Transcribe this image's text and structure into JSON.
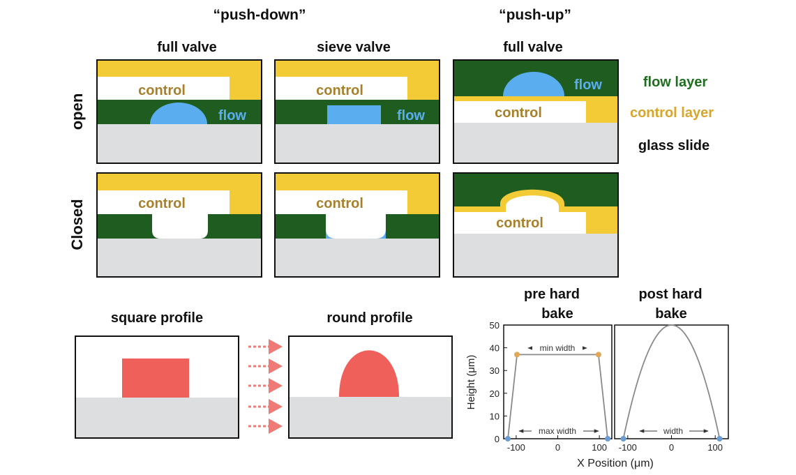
{
  "headers": {
    "push_down": "“push-down”",
    "push_up": "“push-up”",
    "full_valve_1": "full valve",
    "sieve_valve": "sieve valve",
    "full_valve_2": "full valve"
  },
  "rows": {
    "open": "open",
    "closed": "Closed"
  },
  "panels": {
    "control": "control",
    "flow": "flow"
  },
  "legend": {
    "flow_layer": "flow layer",
    "control_layer": "control layer",
    "glass_slide": "glass slide"
  },
  "profiles": {
    "square": "square profile",
    "round": "round profile"
  },
  "colors": {
    "flow_layer": "#1f5c1f",
    "control_layer": "#f2cb36",
    "glass": "#dcdee0",
    "flow_fluid": "#5aaef0",
    "control_text": "#a8802a",
    "photoresist": "#f0605a",
    "arrow": "#f07a75",
    "marker_orange": "#e2a85a",
    "marker_blue": "#6b9bd1"
  },
  "charts_titles": {
    "pre_line1": "pre hard",
    "pre_line2": "bake",
    "post_line1": "post hard",
    "post_line2": "bake"
  },
  "chart_data": [
    {
      "type": "line",
      "title": "pre hard bake",
      "xlabel": "X Position (μm)",
      "ylabel": "Height (μm)",
      "xlim": [
        -130,
        130
      ],
      "ylim": [
        0,
        50
      ],
      "xticks": [
        -100,
        0,
        100
      ],
      "yticks": [
        0,
        10,
        20,
        30,
        40,
        50
      ],
      "x": [
        -120,
        -98,
        0,
        98,
        120
      ],
      "y": [
        0,
        37,
        37,
        37,
        0
      ],
      "annotations": {
        "top": "min width",
        "bottom": "max width"
      }
    },
    {
      "type": "line",
      "title": "post hard bake",
      "xlabel": "X Position (μm)",
      "ylabel": "Height (μm)",
      "xlim": [
        -130,
        130
      ],
      "ylim": [
        0,
        50
      ],
      "xticks": [
        -100,
        0,
        100
      ],
      "yticks": [
        0,
        10,
        20,
        30,
        40,
        50
      ],
      "curve": "parabola",
      "x": [
        -110,
        -80,
        -40,
        0,
        40,
        80,
        110
      ],
      "y": [
        0,
        23.5,
        43.4,
        50,
        43.4,
        23.5,
        0
      ],
      "annotations": {
        "bottom": "width"
      }
    }
  ]
}
